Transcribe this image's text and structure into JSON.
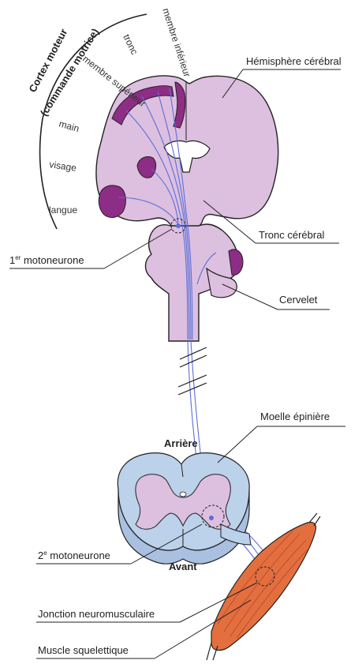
{
  "colors": {
    "brain_fill": "#ddbfdf",
    "brain_stroke": "#222222",
    "cortex_fill": "#8e2d86",
    "pathway": "#5a6fd8",
    "spinal_white": "#bcd1ea",
    "spinal_gray": "#ddbfdf",
    "muscle": "#e36f3f",
    "muscle_dark": "#b8452a"
  },
  "cortex_arc": {
    "title_line1": "Cortex moteur",
    "title_line2": "(commande motrice)",
    "regions": [
      "membre inférieur",
      "tronc",
      "membre supérieur",
      "main",
      "visage",
      "langue"
    ]
  },
  "labels": {
    "hemisphere": "Hémisphère cérébral",
    "tronc_cerebral": "Tronc cérébral",
    "motoneurone1_sup": "er",
    "motoneurone1": "1",
    "motoneurone1_text": " motoneurone",
    "cervelet": "Cervelet",
    "moelle": "Moelle épinière",
    "arriere": "Arrière",
    "avant": "Avant",
    "motoneurone2": "2",
    "motoneurone2_sup": "e",
    "motoneurone2_text": " motoneurone",
    "jonction": "Jonction neuromusculaire",
    "muscle": "Muscle squelettique"
  }
}
